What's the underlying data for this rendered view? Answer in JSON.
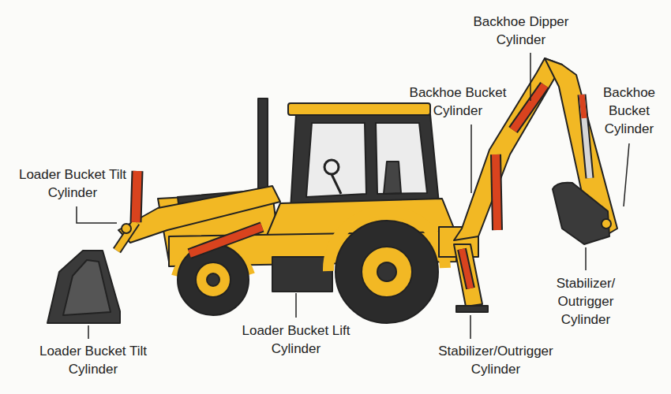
{
  "diagram": {
    "labels": [
      "Backhoe Dipper Cylinder",
      "Backhoe Bucket Cylinder",
      "Backhoe Bucket Cylinder",
      "Loader Bucket Tilt Cylinder",
      "Stabilizer/ Outrigger Cylinder",
      "Loader Bucket Lift Cylinder",
      "Loader Bucket Tilt Cylinder",
      "Stabilizer/Outrigger Cylinder"
    ]
  }
}
